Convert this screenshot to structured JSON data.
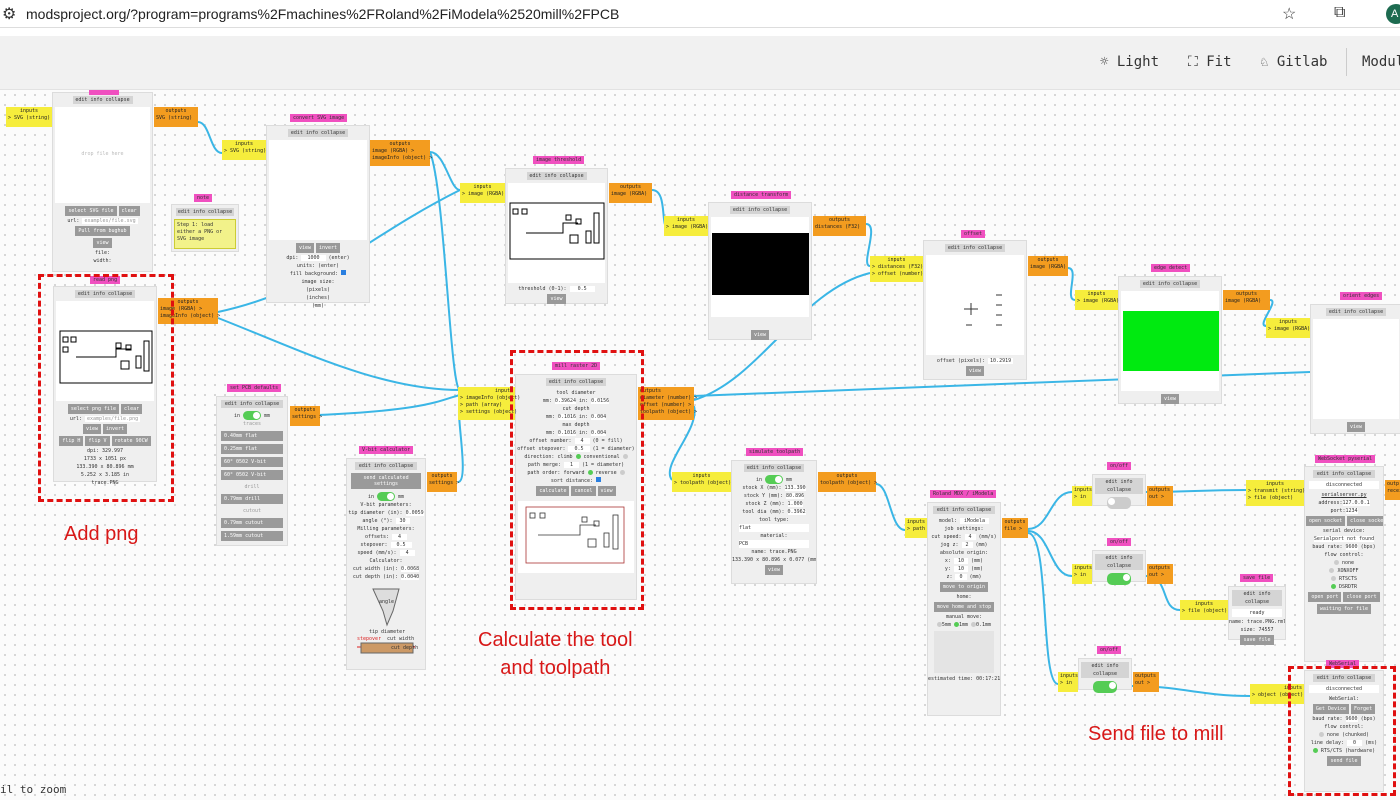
{
  "browser": {
    "url": "modsproject.org/?program=programs%2Fmachines%2FRoland%2FiModela%2520mill%2FPCB",
    "avatar": "A"
  },
  "toolbar": {
    "light": "Light",
    "fit": "Fit",
    "gitlab": "Gitlab",
    "modules": "Modul"
  },
  "common": {
    "edit_info_collapse": "edit info collapse",
    "inputs": "inputs",
    "outputs": "outputs",
    "view": "view"
  },
  "modules": {
    "read_svg": {
      "in_svg": "> SVG (string)",
      "out_svg": "SVG (string)",
      "drop": "drop file here",
      "select": "select SVG file",
      "clear": "clear",
      "url_label": "url:",
      "url_ph": "examples/file.svg",
      "load": "Pull from bughub",
      "file": "file:",
      "width": "width:"
    },
    "convert_svg": {
      "title": "convert SVG image",
      "in": "> SVG (string)",
      "out1": "image (RGBA) >",
      "out2": "imageInfo (object) >",
      "view": "view",
      "invert": "invert",
      "dpi": "dpi:",
      "dpi_val": "1000",
      "enter": "(enter)",
      "units": "units:",
      "fill": "fill background:",
      "size": "image size:",
      "pixels": "(pixels)",
      "inches": "(inches)",
      "mm": "(mm)"
    },
    "note": {
      "title": "note",
      "text": "Step 1: load either a PNG or SVG image"
    },
    "read_png": {
      "title": "read png",
      "out1": "image (RGBA) >",
      "out2": "imageInfo (object) >",
      "select": "select png file",
      "clear": "clear",
      "url_label": "url:",
      "url_ph": "examples/file.png",
      "view": "view",
      "invert": "invert",
      "flip_h": "flip H",
      "flip_v": "flip V",
      "rotate": "rotate 90CW",
      "dpi": "dpi: 329.997",
      "px": "1733 x 1051 px",
      "mm": "133.390 x 80.896 mm",
      "in": "5.252 x 3.185 in",
      "file": "trace.PNG"
    },
    "threshold": {
      "title": "image threshold",
      "in": "> image (RGBA)",
      "out": "image (RGBA)",
      "thr": "threshold (0-1):",
      "thr_val": "0.5"
    },
    "distance": {
      "title": "distance transform",
      "in": "> image (RGBA)",
      "out": "distances (F32)"
    },
    "offset": {
      "title": "offset",
      "in1": "> distances (F32)",
      "in2": "> offset (number)",
      "out": "image (RGBA)",
      "label": "offset (pixels):",
      "val": "10.2919"
    },
    "edge": {
      "title": "edge detect",
      "in": "> image (RGBA)",
      "out": "image (RGBA)"
    },
    "orient": {
      "title": "orient edges",
      "in": "> image (RGBA)"
    },
    "pcb_defaults": {
      "title": "set PCB defaults",
      "out": "settings >",
      "traces": "traces",
      "f1": "0.40mm flat",
      "f2": "0.25mm flat",
      "v1": "60° 0502 V-bit",
      "v2": "60° 0502 V-bit",
      "drill_h": "drill",
      "drill": "0.79mm drill",
      "cutout_h": "cutout",
      "c1": "0.79mm cutout",
      "c2": "1.59mm cutout"
    },
    "vbit": {
      "title": "V-bit calculator",
      "send": "send calculated settings",
      "out": "settings >",
      "params": "V-bit parameters:",
      "tip": "tip diameter (in):",
      "tip_val": "0.0059",
      "angle": "angle (°):",
      "angle_val": "30",
      "milling": "Milling parameters:",
      "offsets": "offsets:",
      "offsets_val": "4",
      "stepover": "stepover:",
      "stepover_val": "0.5",
      "speed": "speed (mm/s):",
      "speed_val": "4",
      "calc": "Calculator:",
      "cutw": "cut width (in):",
      "cutw_val": "0.0068",
      "cutd": "cut depth (in):",
      "cutd_val": "0.0040",
      "angle_lbl": "angle",
      "tipd": "tip diameter",
      "stepover_lbl": "stepover",
      "cutwidth_lbl": "cut width",
      "cutdepth_lbl": "cut depth"
    },
    "mill_raster": {
      "title": "mill raster 2D",
      "in1": "> imageInfo (object)",
      "in2": "> path (array)",
      "in3": "> settings (object)",
      "out1": "diameter (number) >",
      "out2": "offset (number) >",
      "out3": "toolpath (object) >",
      "tooldia": "tool diameter",
      "mm1": "mm:",
      "mm1v": "0.39624",
      "in1l": "in:",
      "in1v": "0.0156",
      "cutdepth": "cut depth",
      "mm2v": "0.1016",
      "in2v": "0.004",
      "maxdepth": "max depth",
      "mm3v": "0.1016",
      "in3v": "0.004",
      "offnum": "offset number:",
      "offnum_v": "4",
      "fill": "(0 = fill)",
      "step": "offset stepover:",
      "step_v": "0.5",
      "diam": "(1 = diameter)",
      "direction": "direction: climb",
      "conventional": "conventional",
      "merge": "path merge:",
      "merge_v": "1",
      "order": "path order: forward",
      "reverse": "reverse",
      "sort": "sort distance:",
      "calculate": "calculate",
      "cancel": "cancel",
      "view": "view"
    },
    "sim": {
      "title": "simulate toolpath",
      "in": "> toolpath (object)",
      "out": "toolpath (object) >",
      "sx": "stock X (mm):",
      "sx_v": "133.390",
      "sy": "stock Y (mm):",
      "sy_v": "80.896",
      "sz": "stock Z (mm):",
      "sz_v": "1.000",
      "td": "tool dia (mm):",
      "td_v": "0.3962",
      "ttype": "tool type:",
      "ttype_v": "flat",
      "mat": "material:",
      "mat_v": "PCB",
      "name": "name: trace.PNG",
      "dims": "133.390 x 80.896 x 0.077 (mm)",
      "view": "view"
    },
    "roland": {
      "title": "Roland MDX / iModela",
      "in": "> path",
      "out": "file >",
      "model": "model:",
      "model_v": "iModela",
      "job": "job settings:",
      "cut": "cut speed:",
      "cut_v": "4",
      "mms": "(mm/s)",
      "jog": "jog z:",
      "jog_v": "2",
      "mm": "(mm)",
      "origin": "absolute origin:",
      "x": "x:",
      "x_v": "10",
      "y": "y:",
      "y_v": "10",
      "z": "z:",
      "z_v": "0",
      "move_origin": "move to origin",
      "home": "home:",
      "move_home": "move home and stop",
      "manual": "manual move:",
      "r1": "5mm",
      "r2": "1mm",
      "r3": "0.1mm",
      "time": "estimated time: 00:17:21"
    },
    "onoff1": {
      "title": "on/off",
      "in": "> in",
      "out": "out >"
    },
    "onoff2": {
      "title": "on/off",
      "in": "> in",
      "out": "out >"
    },
    "onoff3": {
      "title": "on/off",
      "in": "> in",
      "out": "out >"
    },
    "websocket": {
      "title": "WebSocket pyserial",
      "in1": "> transmit (string)",
      "in2": "> file (object)",
      "status": "disconnected",
      "link": "serialserver.py",
      "addr": "address:",
      "addr_v": "127.0.0.1",
      "port": "port:",
      "port_v": "1234",
      "open": "open socket",
      "close": "close socket",
      "device": "serial device:",
      "device_v": "Serialport not found",
      "baud": "baud rate:",
      "baud_v": "9600",
      "bps": "(bps)",
      "flow": "flow control:",
      "none": "none",
      "xon": "XONXOFF",
      "rts": "RTSCTS",
      "dsr": "DSRDTR",
      "open_port": "open port",
      "close_port": "close port",
      "waiting": "waiting for file",
      "out": "outp",
      "recv": "recei"
    },
    "save": {
      "title": "save file",
      "in": "> file (object)",
      "ready": "ready",
      "name": "name: trace.PNG.rml",
      "size": "size: 74557",
      "save": "save file"
    },
    "webserial": {
      "title": "WebSerial",
      "in": "> object (object)",
      "status": "disconnected",
      "label": "WebSerial:",
      "get": "Get Device",
      "forget": "Forget",
      "baud": "baud rate:",
      "baud_v": "9600",
      "bps": "(bps)",
      "flow": "flow control:",
      "none": "none (chunked)",
      "delay": "line delay:",
      "delay_v": "0",
      "ms": "(ms)",
      "rts": "RTS/CTS (hardware)",
      "send": "send file"
    }
  },
  "annotations": {
    "add_png": "Add png",
    "calc": "Calculate the tool\nand toolpath",
    "send": "Send file to mill"
  },
  "hint": "il to zoom"
}
